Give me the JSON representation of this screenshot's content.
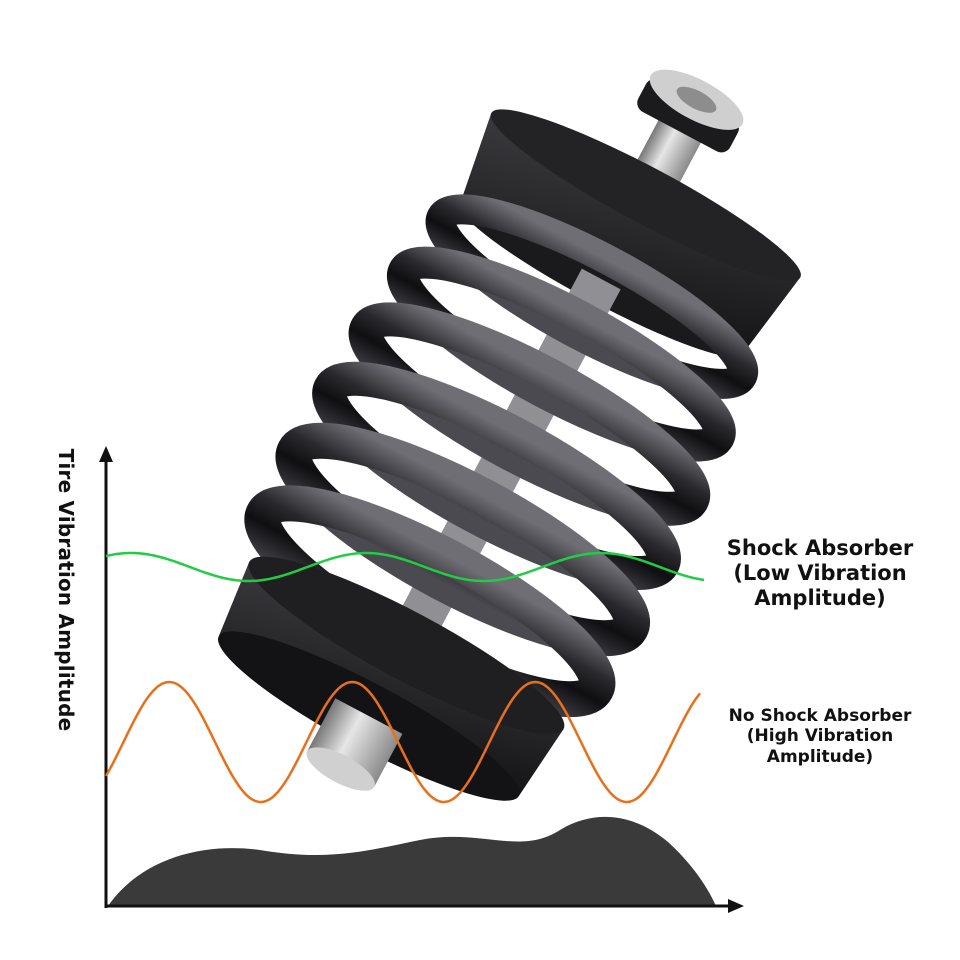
{
  "axis": {
    "ylabel": "Tire Vibration Amplitude"
  },
  "legend": {
    "low_vibration": {
      "lines": [
        "Shock Absorber",
        "(Low Vibration",
        "Amplitude)"
      ]
    },
    "high_vibration": {
      "lines": [
        "No Shock Absorber",
        "(High Vibration",
        "Amplitude)"
      ]
    }
  },
  "colors": {
    "low_vibration_wave": "#22cc44",
    "high_vibration_wave": "#e8701a",
    "ground": "#3a3a3a",
    "axis": "#111111",
    "spring": "#2e2e31",
    "bolt": "#b8b8b8"
  },
  "icons": {
    "product": "coilover-shock-absorber-icon",
    "terrain": "terrain-icon"
  }
}
